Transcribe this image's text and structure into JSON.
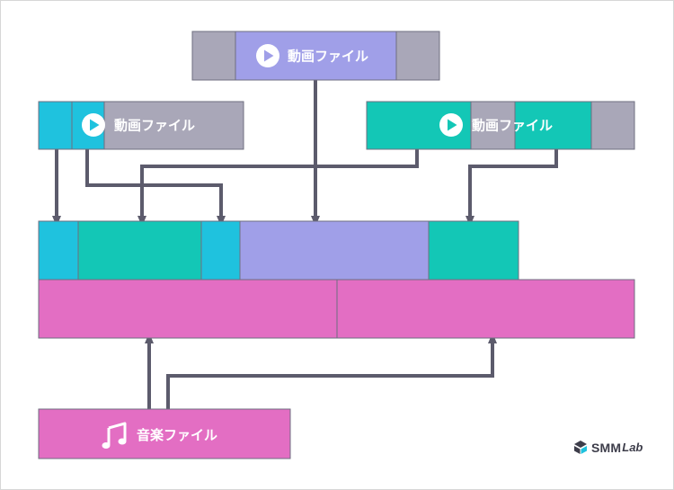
{
  "labels": {
    "video_file": "動画ファイル",
    "music_file": "音楽ファイル"
  },
  "brand": {
    "main": "SMM",
    "sub": "Lab"
  },
  "colors": {
    "gray": "#a9a7b8",
    "purple": "#a09fe8",
    "blue": "#1fc2de",
    "teal": "#13c7b6",
    "pink": "#e36ec3",
    "arrow": "#5c5b6c",
    "frame": "#d7d7d7"
  },
  "icons": {
    "video": "play-circle-icon",
    "music": "music-note-icon",
    "brand": "cube-logo-icon"
  }
}
